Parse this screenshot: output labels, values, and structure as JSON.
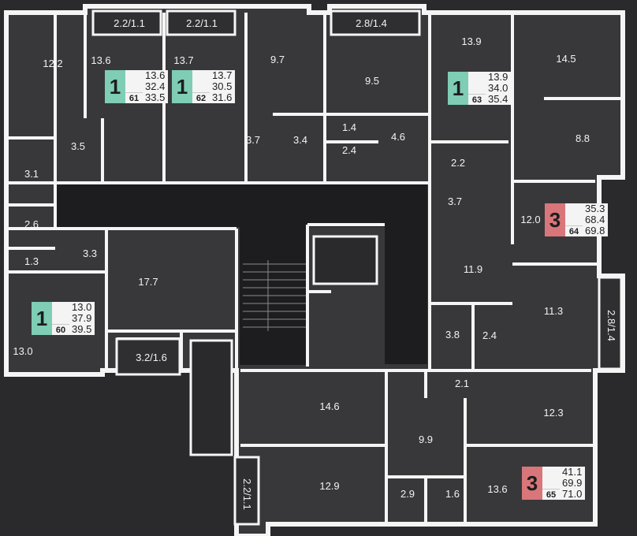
{
  "colors": {
    "background": "#2a2a2d",
    "room_fill": "#38383b",
    "wall": "#f5f5f5",
    "corridor": "#1d1d1f",
    "one_room_badge": "#7ecdb4",
    "three_room_badge": "#d9767a"
  },
  "room_areas": {
    "r1": "12.2",
    "r2": "3.5",
    "r3": "3.1",
    "r4": "2.6",
    "r5": "1.3",
    "r6": "3.3",
    "r7": "13.0",
    "r8": "17.7",
    "r9": "3.2/1.6",
    "r10": "13.6",
    "r11": "2.2/1.1",
    "r12": "13.7",
    "r13": "2.2/1.1",
    "r14": "9.7",
    "r15": "3.7",
    "r16": "3.4",
    "r17": "2.8/1.4",
    "r18": "9.5",
    "r19": "1.4",
    "r20": "2.4",
    "r21": "4.6",
    "r22": "13.9",
    "r23": "2.2",
    "r24": "14.5",
    "r25": "8.8",
    "r26": "3.7",
    "r27": "12.0",
    "r28": "11.9",
    "r29": "11.3",
    "r30": "2.8/1.4",
    "r31": "3.8",
    "r32": "2.4",
    "r33": "14.6",
    "r34": "2.1",
    "r35": "12.3",
    "r36": "9.9",
    "r37": "12.9",
    "r38": "2.9",
    "r39": "1.6",
    "r40": "13.6",
    "r41": "2.2/1.1"
  },
  "apartments": [
    {
      "rooms": "1",
      "number": "61",
      "living": "13.6",
      "total": "32.4",
      "area": "33.5",
      "type": "one"
    },
    {
      "rooms": "1",
      "number": "62",
      "living": "13.7",
      "total": "30.5",
      "area": "31.6",
      "type": "one"
    },
    {
      "rooms": "1",
      "number": "63",
      "living": "13.9",
      "total": "34.0",
      "area": "35.4",
      "type": "one"
    },
    {
      "rooms": "3",
      "number": "64",
      "living": "35.3",
      "total": "68.4",
      "area": "69.8",
      "type": "three"
    },
    {
      "rooms": "1",
      "number": "60",
      "living": "13.0",
      "total": "37.9",
      "area": "39.5",
      "type": "one"
    },
    {
      "rooms": "3",
      "number": "65",
      "living": "41.1",
      "total": "69.9",
      "area": "71.0",
      "type": "three"
    }
  ]
}
